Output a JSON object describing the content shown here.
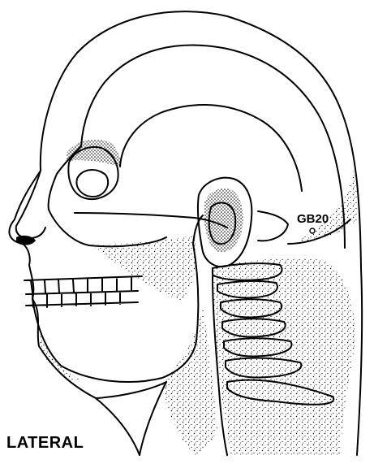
{
  "figure": {
    "view_label": "LATERAL",
    "acupoint": {
      "code": "GB20",
      "marker": "open-circle"
    },
    "subject": "head-and-neck-skeleton-lateral-view",
    "ink_color": "#000000",
    "paper_color": "#ffffff"
  }
}
